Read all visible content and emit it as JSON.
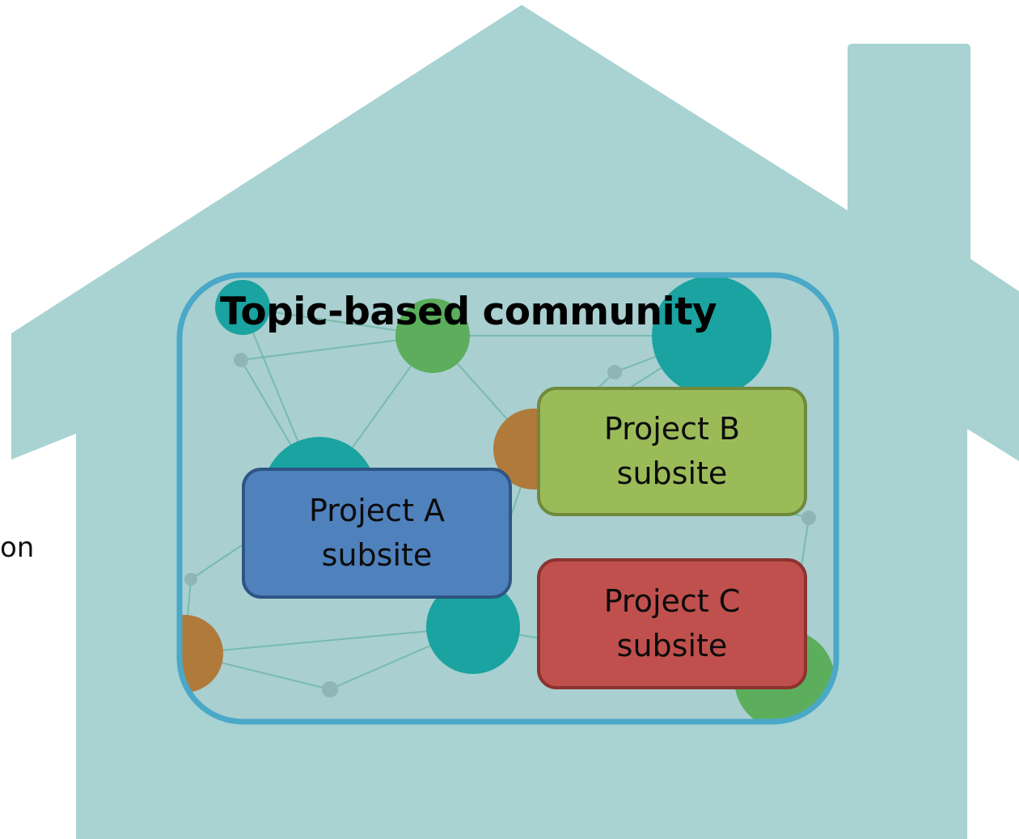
{
  "diagram": {
    "side_text": "on",
    "community": {
      "title": "Topic-based community"
    },
    "projects": [
      {
        "line1": "Project A",
        "line2": "subsite"
      },
      {
        "line1": "Project B",
        "line2": "subsite"
      },
      {
        "line1": "Project C",
        "line2": "subsite"
      }
    ]
  },
  "colors": {
    "house": "#a8d3d2",
    "community_border": "#4aa8c8",
    "network_bg": "#a9cfd0",
    "node_teal": "#1aa3a0",
    "node_green": "#5cae5c",
    "node_brown": "#b07a3a",
    "node_gray": "#8fb5b6",
    "edge": "#6fb8a8",
    "project_a_fill": "#4f81bd",
    "project_a_border": "#2e5584",
    "project_b_fill": "#9bbb59",
    "project_b_border": "#6f8a3a",
    "project_c_fill": "#c0504d",
    "project_c_border": "#8c3330"
  },
  "icons": {
    "house": "house-shape-icon",
    "network": "network-graph-image"
  }
}
